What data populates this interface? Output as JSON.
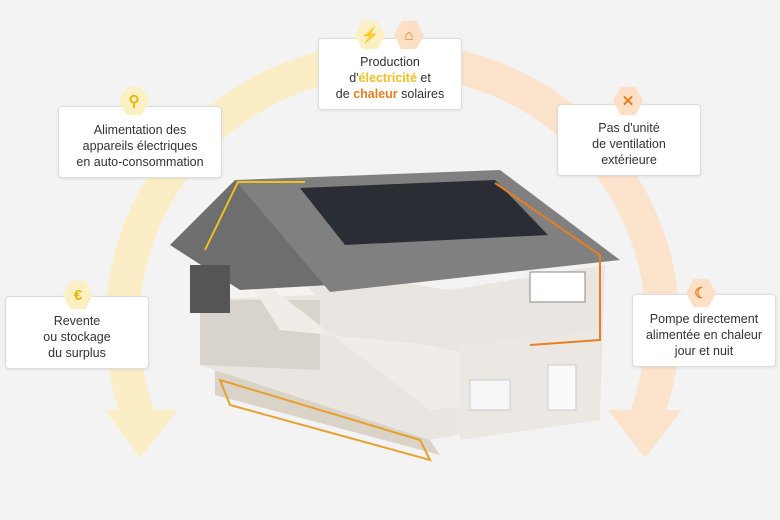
{
  "top_box": {
    "line1": "Production",
    "line2_pre": "d'",
    "line2_hl": "électricité",
    "line2_post": " et",
    "line3_pre": "de ",
    "line3_hl": "chaleur",
    "line3_post": " solaires",
    "icons": [
      "lightning-icon",
      "house-heat-icon"
    ]
  },
  "left_top_box": {
    "lines": [
      "Alimentation des",
      "appareils électriques",
      "en auto-consommation"
    ],
    "icon": "plug-icon"
  },
  "left_bottom_box": {
    "lines": [
      "Revente",
      "ou stockage",
      "du surplus"
    ],
    "icon": "euro-coin-icon"
  },
  "right_top_box": {
    "lines": [
      "Pas d'unité",
      "de ventilation",
      "extérieure"
    ],
    "icon": "cross-icon"
  },
  "right_bottom_box": {
    "lines": [
      "Pompe directement",
      "alimentée en chaleur",
      "jour et nuit"
    ],
    "icon": "moon-heat-icon"
  },
  "colors": {
    "yellow": "#f0c020",
    "orange": "#e77f22"
  }
}
